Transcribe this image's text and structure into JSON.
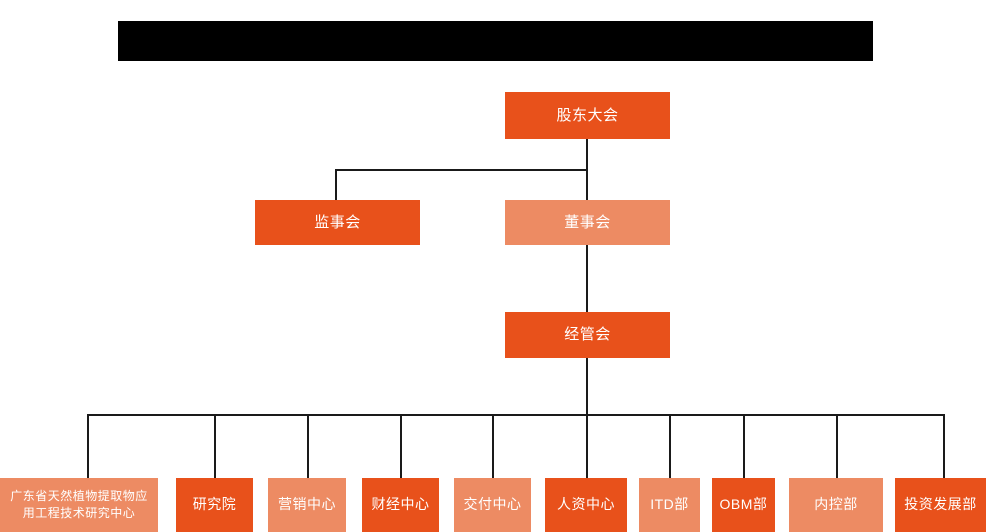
{
  "chart_data": {
    "type": "diagram",
    "title": "",
    "diagram_kind": "organization-chart",
    "orientation": "top-down",
    "colors": {
      "dark_orange": "#E8511B",
      "light_salmon": "#ED8B63",
      "connector": "#1a1a1a",
      "background": "#ffffff",
      "redaction": "#000000",
      "node_text": "#ffffff"
    },
    "levels": [
      {
        "level": 1,
        "nodes": [
          "股东大会"
        ]
      },
      {
        "level": 2,
        "nodes": [
          "监事会",
          "董事会"
        ]
      },
      {
        "level": 3,
        "nodes": [
          "经管会"
        ]
      },
      {
        "level": 4,
        "nodes": [
          "广东省天然植物提取物应用工程技术研究中心",
          "研究院",
          "营销中心",
          "财经中心",
          "交付中心",
          "人资中心",
          "ITD部",
          "OBM部",
          "内控部",
          "投资发展部"
        ]
      }
    ],
    "edges": [
      {
        "from": "股东大会",
        "to": "监事会"
      },
      {
        "from": "股东大会",
        "to": "董事会"
      },
      {
        "from": "董事会",
        "to": "经管会"
      },
      {
        "from": "经管会",
        "to": "广东省天然植物提取物应用工程技术研究中心"
      },
      {
        "from": "经管会",
        "to": "研究院"
      },
      {
        "from": "经管会",
        "to": "营销中心"
      },
      {
        "from": "经管会",
        "to": "财经中心"
      },
      {
        "from": "经管会",
        "to": "交付中心"
      },
      {
        "from": "经管会",
        "to": "人资中心"
      },
      {
        "from": "经管会",
        "to": "ITD部"
      },
      {
        "from": "经管会",
        "to": "OBM部"
      },
      {
        "from": "经管会",
        "to": "内控部"
      },
      {
        "from": "经管会",
        "to": "投资发展部"
      }
    ]
  },
  "header": {
    "redacted_bar_label": ""
  },
  "nodes": {
    "shareholders_meeting": "股东大会",
    "board_of_supervisors": "监事会",
    "board_of_directors": "董事会",
    "management_committee": "经管会",
    "research_center_line1": "广东省天然植物提取物应",
    "research_center_line2": "用工程技术研究中心",
    "research_institute": "研究院",
    "marketing_center": "营销中心",
    "finance_center": "财经中心",
    "delivery_center": "交付中心",
    "hr_center": "人资中心",
    "itd_department": "ITD部",
    "obm_department": "OBM部",
    "internal_control_department": "内控部",
    "investment_development_department": "投资发展部"
  }
}
